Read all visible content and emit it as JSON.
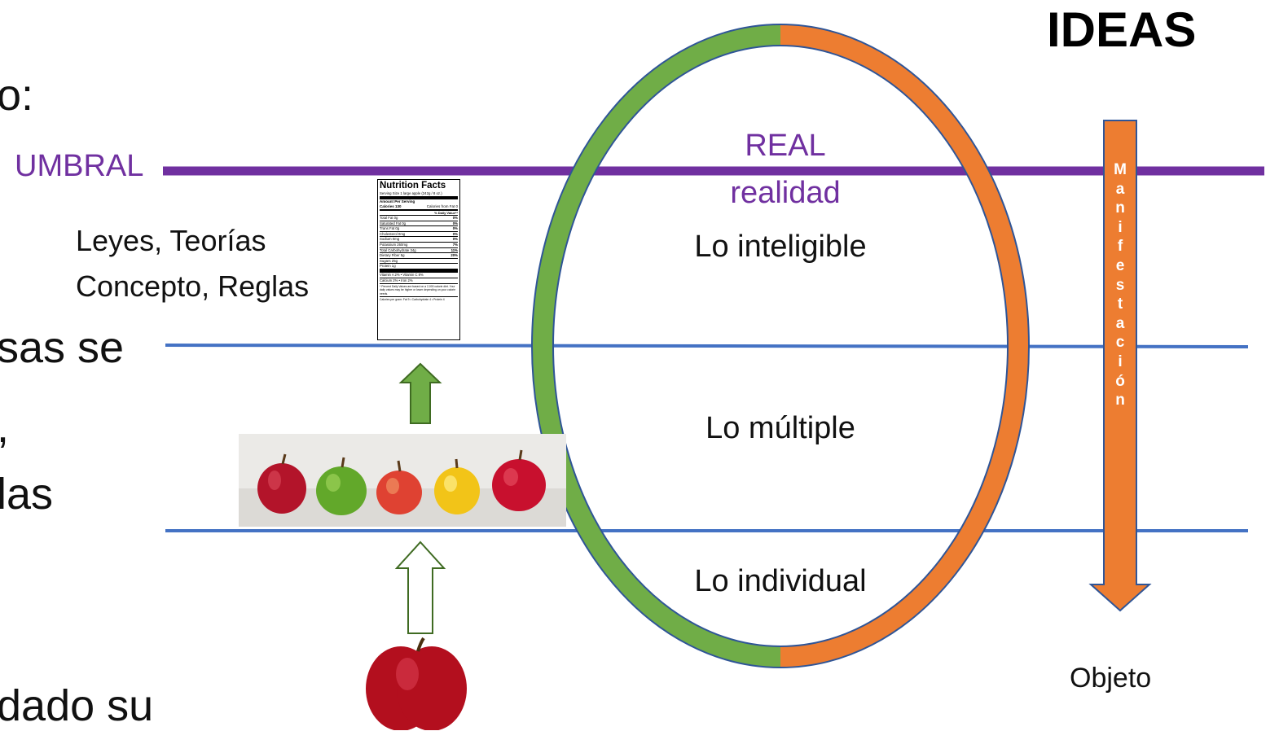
{
  "title": "IDEAS",
  "threshold_label": "UMBRAL",
  "left_fragments": [
    "o:",
    "sas se",
    ",",
    "las",
    "dado su"
  ],
  "laws_lines": [
    "Leyes, Teorías",
    "Concepto, Reglas"
  ],
  "circle": {
    "real": "REAL",
    "realidad": "realidad",
    "inteligible": "Lo inteligible",
    "multiple": "Lo múltiple",
    "individual": "Lo individual"
  },
  "manifestation_letters": [
    "M",
    "a",
    "n",
    "i",
    "f",
    "e",
    "s",
    "t",
    "a",
    "c",
    "i",
    "ó",
    "n"
  ],
  "object_label": "Objeto",
  "nutrition_label": {
    "title": "Nutrition Facts",
    "serving": "Serving Size 1 large apple (242g / 8 oz.)",
    "amount": "Amount Per Serving",
    "calories": "Calories 130",
    "calories_fat": "Calories from Fat 0",
    "dv_header": "% Daily Value**",
    "rows": [
      {
        "name": "Total Fat 0g",
        "dv": "0%"
      },
      {
        "name": "Saturated Fat 0g",
        "dv": "0%"
      },
      {
        "name": "Trans Fat 0g",
        "dv": "0%"
      },
      {
        "name": "Cholesterol 0mg",
        "dv": "0%"
      },
      {
        "name": "Sodium 0mg",
        "dv": "0%"
      },
      {
        "name": "Potassium 260mg",
        "dv": "7%"
      },
      {
        "name": "Total Carbohydrate 34g",
        "dv": "11%"
      },
      {
        "name": "Dietary Fiber 5g",
        "dv": "20%"
      },
      {
        "name": "Sugars 25g",
        "dv": ""
      },
      {
        "name": "Protein 1g",
        "dv": ""
      }
    ],
    "vitamins": [
      "Vitamin A 2%  •  Vitamin C 8%",
      "Calcium 2%  •  Iron 2%"
    ],
    "footnote": "* Percent Daily Values are based on a 2,000 calorie diet. Your daily values may be higher or lower depending on your calorie needs.",
    "calories_per_gram": "Calories per gram: Fat 9 • Carbohydrate 4 • Protein 4"
  },
  "colors": {
    "threshold": "#7030a0",
    "level_line": "#4472c4",
    "ring_green": "#70ad47",
    "ring_orange": "#ed7d31",
    "arrow_green": "#70ad47",
    "arrow_orange": "#ed7d31"
  }
}
